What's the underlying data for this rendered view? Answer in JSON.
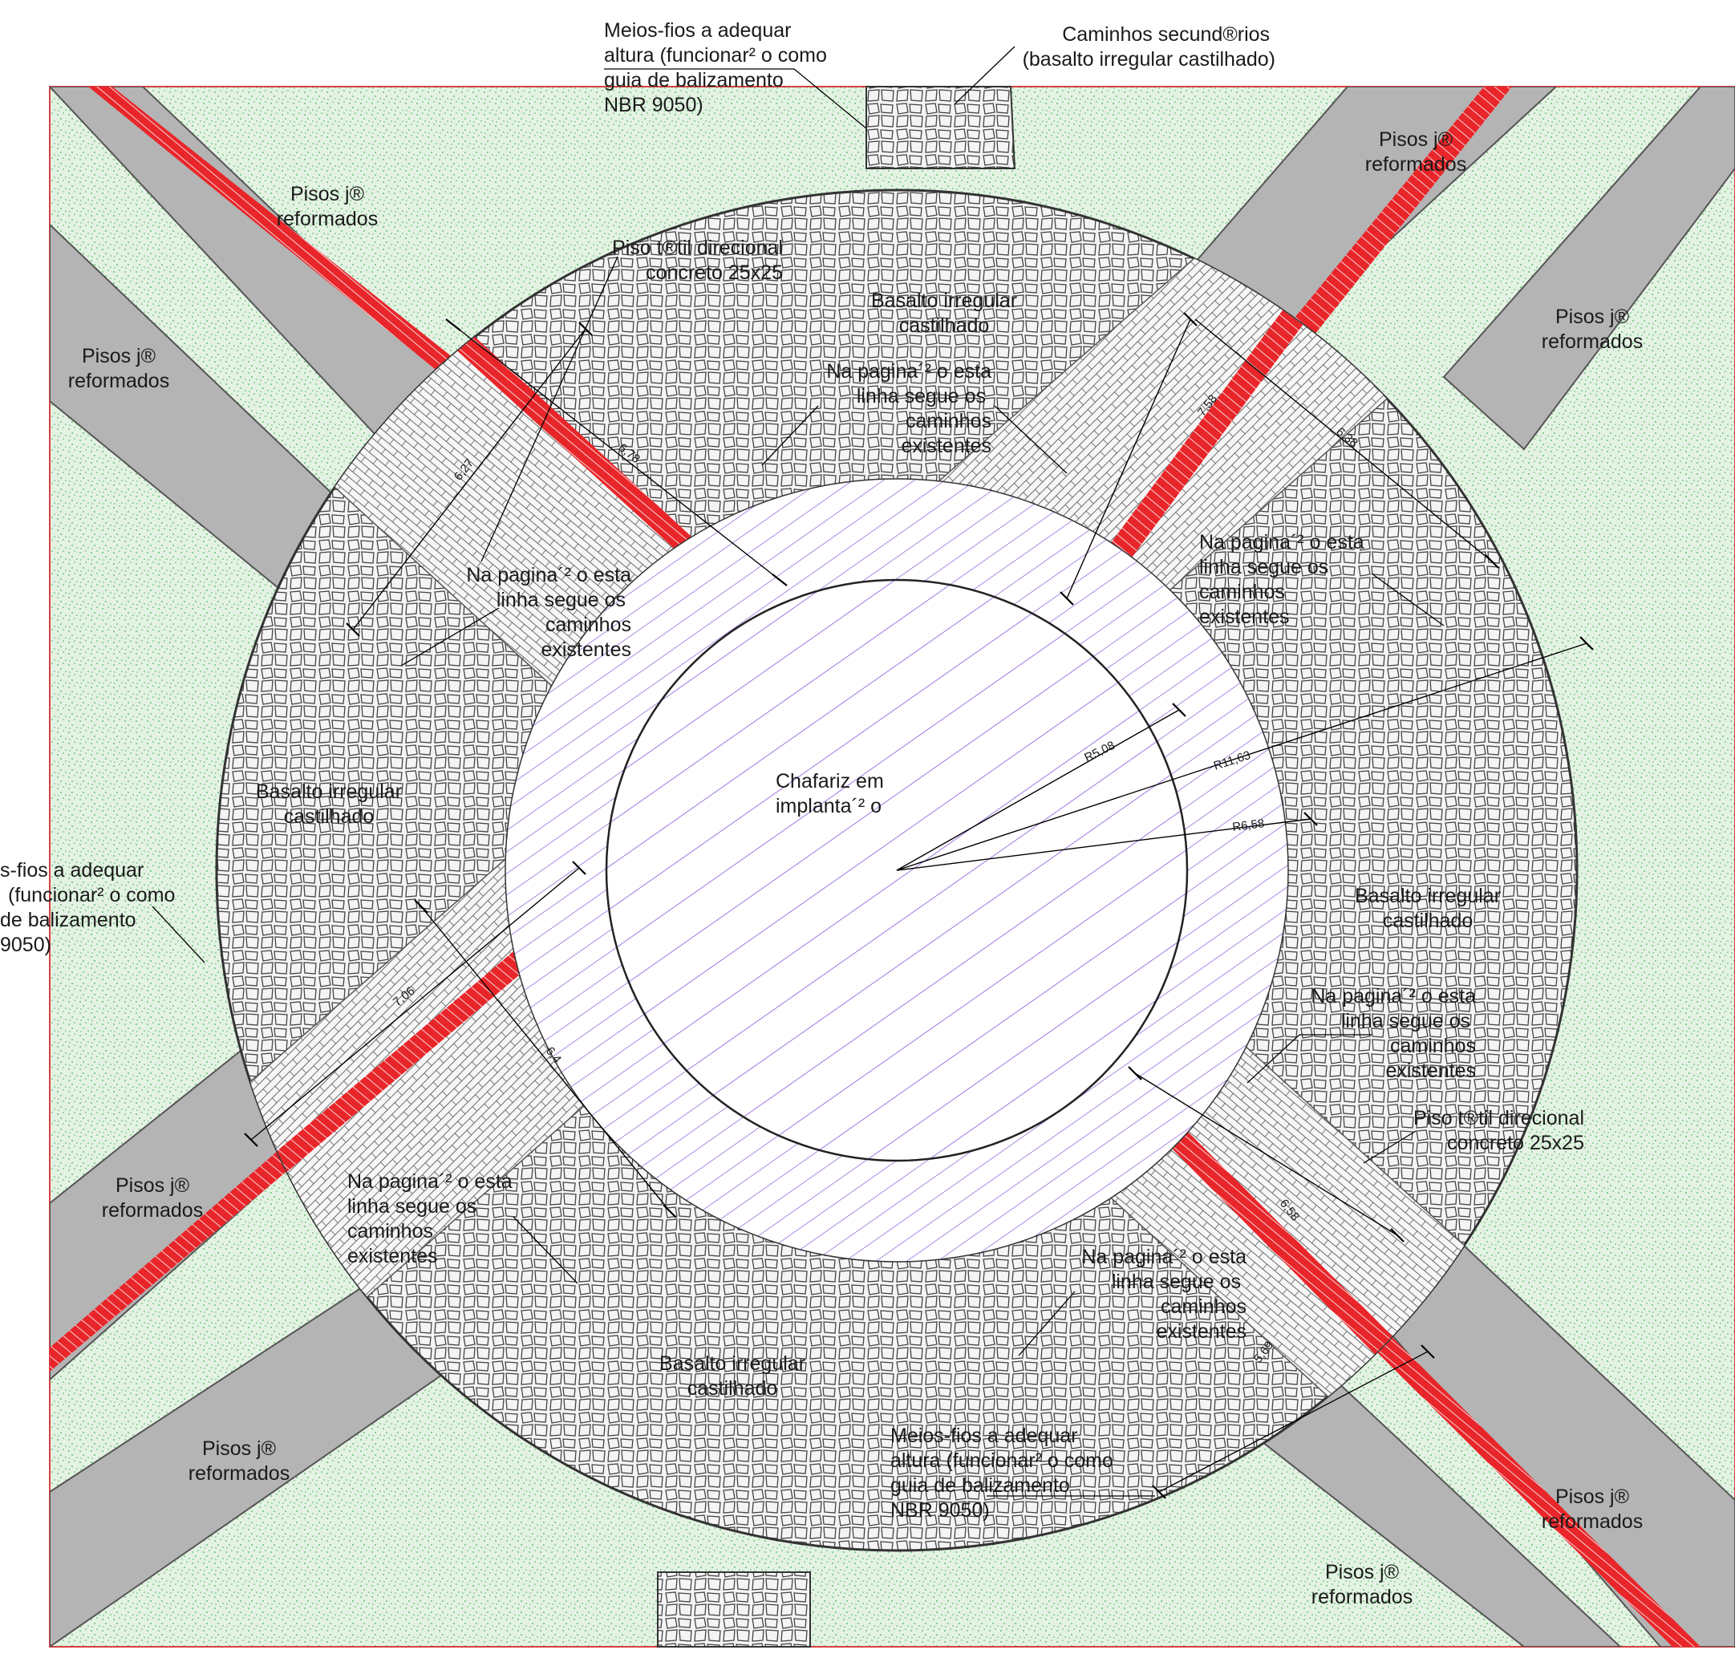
{
  "title": "",
  "colors": {
    "grass": "#ddeedd",
    "grass_dots": "#3cb84a",
    "border": "#d84040",
    "road": "#b4b4b4",
    "road_edge": "#555555",
    "tactile": "#e8262a",
    "paving": "#e9e9e9",
    "basalt": "#d6d6d6",
    "fountain_hatch": "#7a3dd6"
  },
  "labels": {
    "meios_top": [
      "Meios-fios a adequar",
      "altura (funcionar² o como",
      "guia de balizamento",
      "NBR 9050)"
    ],
    "caminhos_sec": [
      "Caminhos secund®rios",
      "(basalto irregular castilhado)"
    ],
    "pisos_tl": [
      "Pisos j®",
      "reformados"
    ],
    "pisos_l": [
      "Pisos j®",
      "reformados"
    ],
    "pisos_tr1": [
      "Pisos j®",
      "reformados"
    ],
    "pisos_tr2": [
      "Pisos j®",
      "reformados"
    ],
    "pisos_bl1": [
      "Pisos j®",
      "reformados"
    ],
    "pisos_bl2": [
      "Pisos j®",
      "reformados"
    ],
    "pisos_br1": [
      "Pisos j®",
      "reformados"
    ],
    "pisos_br2": [
      "Pisos j®",
      "reformados"
    ],
    "piso_tatil_top": [
      "Piso t®til direcional",
      "concreto 25x25"
    ],
    "piso_tatil_br": [
      "Piso t®til direcional",
      "concreto 25x25"
    ],
    "basalto_top": [
      "Basalto irregular",
      "castilhado"
    ],
    "basalto_left": [
      "Basalto irregular",
      "castilhado"
    ],
    "basalto_right": [
      "Basalto irregular",
      "castilhado"
    ],
    "basalto_bottom": [
      "Basalto irregular",
      "castilhado"
    ],
    "na_pagina_top": [
      "Na pagina´² o esta",
      "linha segue os",
      "caminhos",
      "existentes"
    ],
    "na_pagina_left": [
      "Na pagina´² o esta",
      "linha segue os",
      "caminhos",
      "existentes"
    ],
    "na_pagina_right": [
      "Na pagina´² o esta",
      "linha segue os",
      "caminhos",
      "existentes"
    ],
    "na_pagina_bl": [
      "Na pagina´² o esta",
      "linha segue os",
      "caminhos",
      "existentes"
    ],
    "na_pagina_br_mid": [
      "Na pagina´² o esta",
      "linha segue os",
      "caminhos",
      "existentes"
    ],
    "na_pagina_br": [
      "Na pagina´² o esta",
      "linha segue os",
      "caminhos",
      "existentes"
    ],
    "chafariz": [
      "Chafariz em",
      "implanta´² o"
    ],
    "meios_left": [
      "s-fios a adequar",
      "(funcionar² o como",
      "de balizamento",
      "9050)"
    ],
    "meios_bottom": [
      "Meios-fios a adequar",
      "altura (funcionar² o como",
      "guia de balizamento",
      "NBR 9050)"
    ]
  },
  "dimensions": {
    "d_678": "6,78",
    "d_627": "6,27",
    "d_758": "7,58",
    "d_638": "6,38",
    "d_706": "7,06",
    "d_64": "6,4",
    "d_658": "6,58",
    "d_569": "5,69",
    "r_508": "R5,08",
    "r_1163": "R11,63",
    "r_658": "R6,58"
  }
}
